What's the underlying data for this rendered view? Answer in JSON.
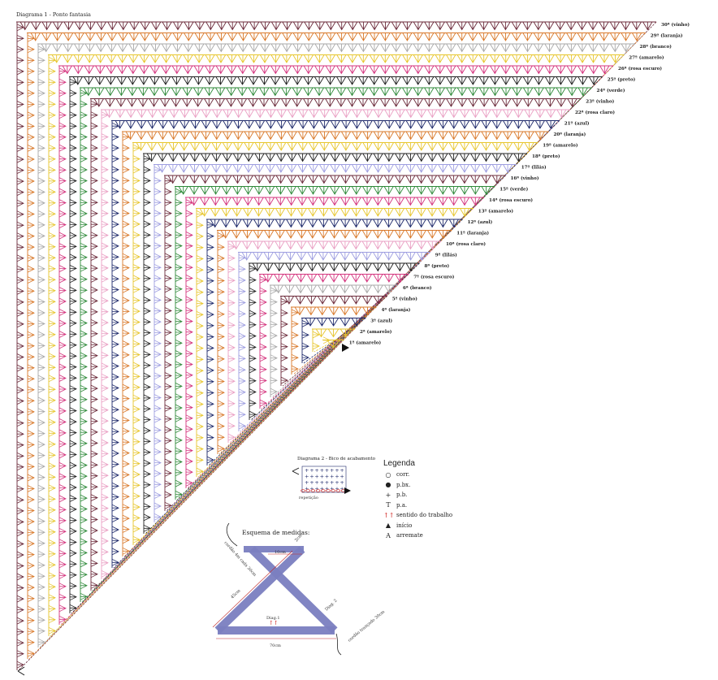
{
  "title": "Diagrama 1 - Ponto fantasia",
  "rows": [
    {
      "label": "1ª (amarelo)",
      "color": "#e7c62e"
    },
    {
      "label": "2ª (amarelo)",
      "color": "#e7c62e"
    },
    {
      "label": "3ª (azul)",
      "color": "#1f2a6b"
    },
    {
      "label": "4ª (laranja)",
      "color": "#d9792a"
    },
    {
      "label": "5ª (vinho)",
      "color": "#6b2a3a"
    },
    {
      "label": "6ª (branco)",
      "color": "#a9a9a9"
    },
    {
      "label": "7ª (rosa escuro)",
      "color": "#d4347e"
    },
    {
      "label": "8ª (preto)",
      "color": "#222222"
    },
    {
      "label": "9ª (lilás)",
      "color": "#9e9ee0"
    },
    {
      "label": "10ª (rosa claro)",
      "color": "#eaa0c4"
    },
    {
      "label": "11ª (laranja)",
      "color": "#d9792a"
    },
    {
      "label": "12ª (azul)",
      "color": "#1f2a6b"
    },
    {
      "label": "13ª (amarelo)",
      "color": "#e7c62e"
    },
    {
      "label": "14ª (rosa escuro)",
      "color": "#d4347e"
    },
    {
      "label": "15ª (verde)",
      "color": "#2f8a3a"
    },
    {
      "label": "16ª (vinho)",
      "color": "#6b2a3a"
    },
    {
      "label": "17ª (lilás)",
      "color": "#9e9ee0"
    },
    {
      "label": "18ª (preto)",
      "color": "#222222"
    },
    {
      "label": "19ª (amarelo)",
      "color": "#e7c62e"
    },
    {
      "label": "20ª (laranja)",
      "color": "#d9792a"
    },
    {
      "label": "21ª (azul)",
      "color": "#1f2a6b"
    },
    {
      "label": "22ª (rosa claro)",
      "color": "#eaa0c4"
    },
    {
      "label": "23ª (vinho)",
      "color": "#6b2a3a"
    },
    {
      "label": "24ª (verde)",
      "color": "#2f8a3a"
    },
    {
      "label": "25ª (preto)",
      "color": "#222222"
    },
    {
      "label": "26ª (rosa escuro)",
      "color": "#d4347e"
    },
    {
      "label": "27ª (amarelo)",
      "color": "#e7c62e"
    },
    {
      "label": "28ª (branco)",
      "color": "#a9a9a9"
    },
    {
      "label": "29ª (laranja)",
      "color": "#d9792a"
    },
    {
      "label": "30ª (vinho)",
      "color": "#6b2a3a"
    }
  ],
  "diagram2": {
    "title": "Diagrama 2 - Bico de acabamento",
    "repeat_label": "repetição"
  },
  "legend": {
    "heading": "Legenda",
    "items": [
      {
        "icon": "chain-stitch-icon",
        "symbol": "○",
        "label": "corr."
      },
      {
        "icon": "slip-stitch-icon",
        "symbol": "●",
        "label": "p.bx."
      },
      {
        "icon": "single-crochet-icon",
        "symbol": "+",
        "label": "p.b."
      },
      {
        "icon": "double-crochet-icon",
        "symbol": "T",
        "label": "p.a."
      },
      {
        "icon": "work-direction-icon",
        "symbol": "↑↑",
        "label": "sentido do trabalho",
        "color": "#d0201c"
      },
      {
        "icon": "start-icon",
        "symbol": "▲",
        "label": "início"
      },
      {
        "icon": "finish-icon",
        "symbol": "A",
        "label": "arremate"
      }
    ]
  },
  "schema": {
    "title": "Esquema de medidas:",
    "bar_color": "#7b7fc0",
    "labels": {
      "top": "10cm",
      "corner": "2cm",
      "left_note": "cordão 4m cada 30cm",
      "left_side": "45cm",
      "bottom": "70cm",
      "center": "Diag.1",
      "right_side": "Diag. 2",
      "right_note": "cordão trançado 30cm"
    }
  }
}
